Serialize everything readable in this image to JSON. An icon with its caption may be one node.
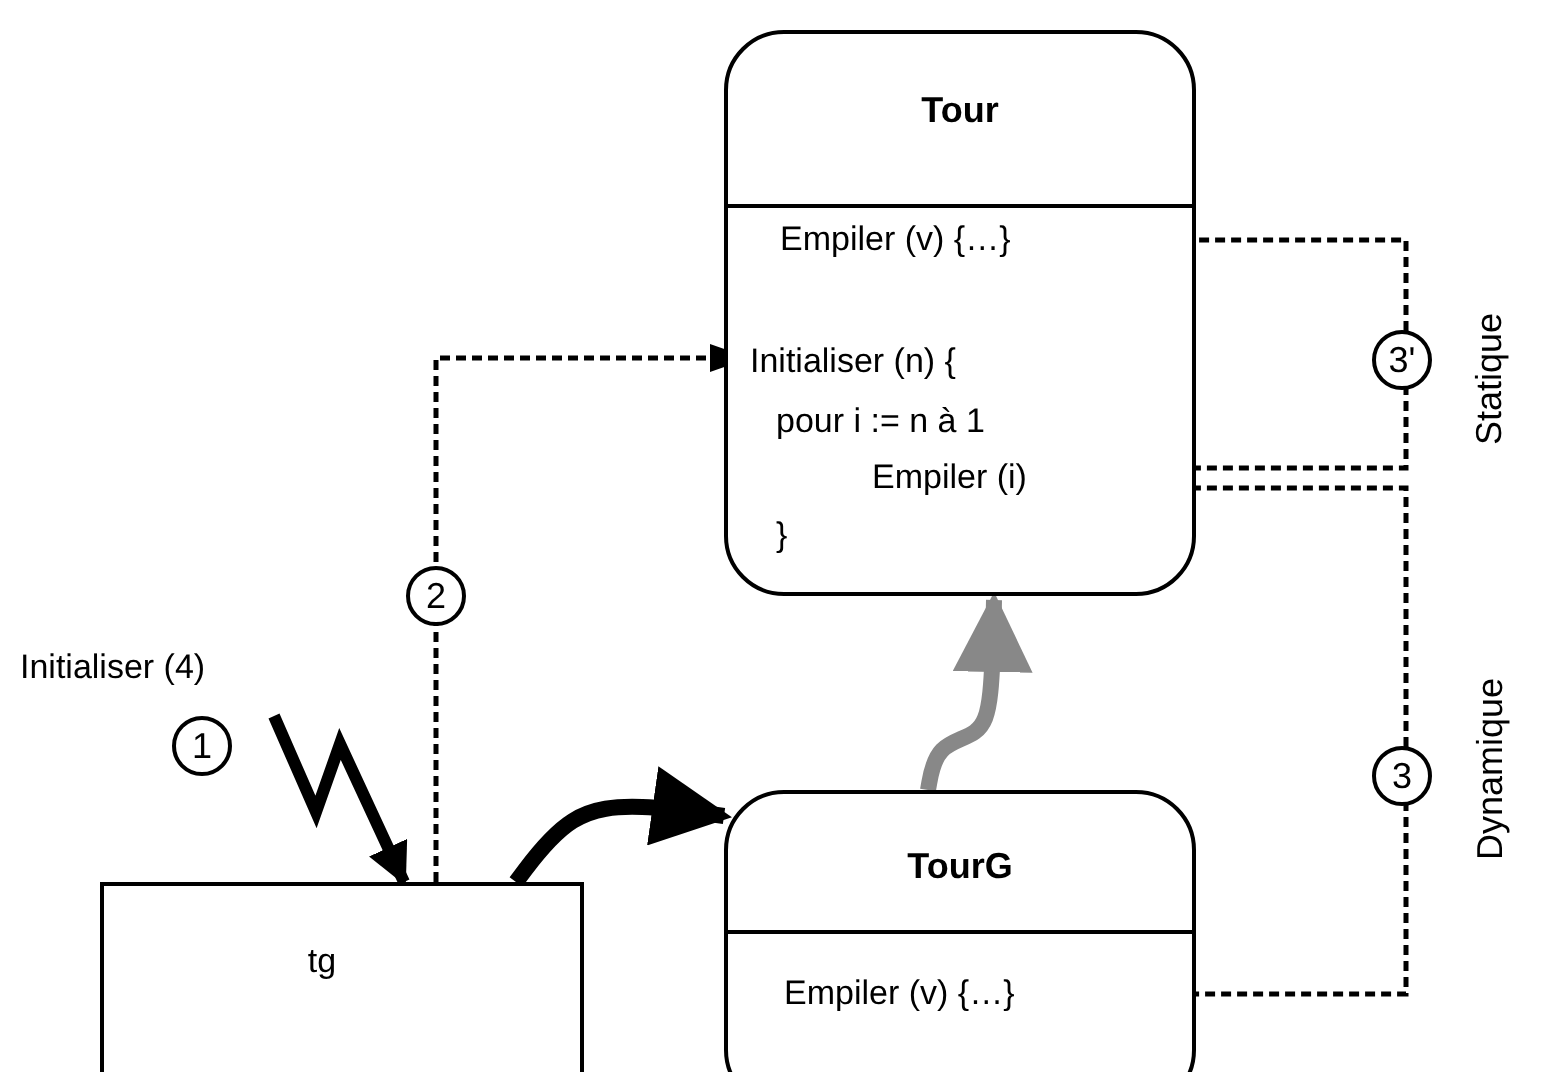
{
  "diagram": {
    "nodes": [
      {
        "text": [
          "Tour"
        ]
      },
      {
        "text": [
          "Empiler (v) {…}"
        ],
        "in": 0
      },
      {
        "text": [
          "Initialiser (n) {"
        ],
        "in": 0
      },
      {
        "text": [
          "pour i := n à 1"
        ],
        "in": 0
      },
      {
        "text": [
          "Empiler (i)"
        ],
        "in": 0
      },
      {
        "text": [
          "}"
        ],
        "in": 0
      },
      {
        "text": [
          "TourG"
        ]
      },
      {
        "text": [
          "Empiler (v) {…}"
        ],
        "in": 6
      },
      {
        "text": [
          "tg"
        ]
      }
    ],
    "edges": [
      {
        "from": null,
        "to": 8,
        "arrow": "to",
        "label": "Initialiser (4)",
        "style": "thick"
      },
      {
        "from": 8,
        "to": 6,
        "arrow": "to",
        "style": "thick"
      },
      {
        "from": 6,
        "to": 0,
        "arrow": "to",
        "style": "thick",
        "color": "#888888"
      },
      {
        "from": 8,
        "to": 2,
        "arrow": "to",
        "label": "2",
        "style": "dashed"
      },
      {
        "from": 4,
        "to": 1,
        "arrow": "to",
        "label": "3'",
        "style": "dashed"
      },
      {
        "from": 4,
        "to": 7,
        "arrow": "to",
        "label": "3",
        "style": "dashed"
      }
    ],
    "labels": [
      "1",
      "Statique",
      "Dynamique"
    ]
  }
}
